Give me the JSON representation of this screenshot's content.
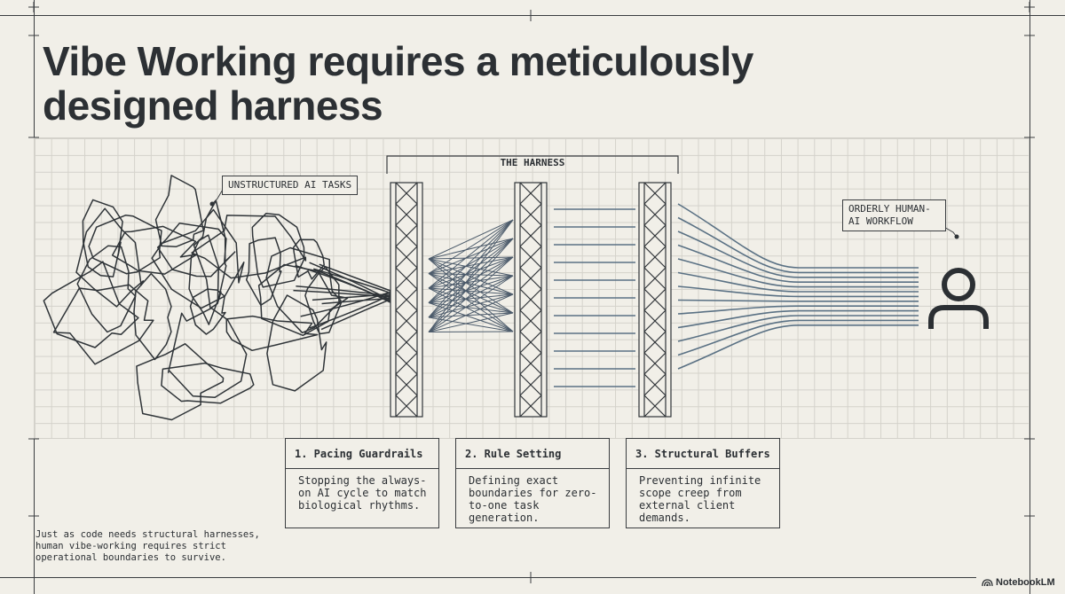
{
  "title": "Vibe Working requires a meticulously designed harness",
  "diagram": {
    "harness_label": "THE HARNESS",
    "callouts": {
      "unstructured": "UNSTRUCTURED AI TASKS",
      "orderly": "ORDERLY HUMAN-AI WORKFLOW"
    },
    "icons": {
      "person": "person-icon"
    }
  },
  "cards": [
    {
      "title": "1. Pacing Guardrails",
      "body": "Stopping the always-on AI cycle to match biological rhythms."
    },
    {
      "title": "2. Rule Setting",
      "body": "Defining exact boundaries for zero-to-one task generation."
    },
    {
      "title": "3. Structural Buffers",
      "body": "Preventing infinite scope creep from external client demands."
    }
  ],
  "footnote": "Just as code needs structural harnesses, human vibe-working requires strict operational boundaries to survive.",
  "brand": "NotebookLM",
  "colors": {
    "background": "#f1efe8",
    "ink": "#2b2f33",
    "blue_lines": "#5a7184"
  }
}
